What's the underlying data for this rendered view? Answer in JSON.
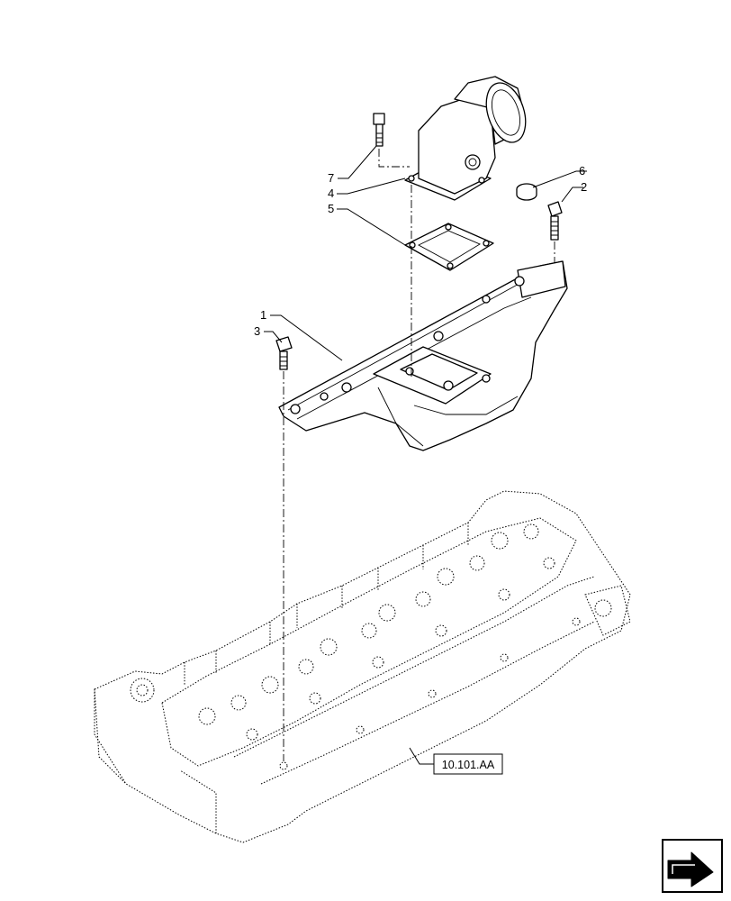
{
  "callouts": [
    {
      "id": "1",
      "label": "1"
    },
    {
      "id": "2",
      "label": "2"
    },
    {
      "id": "3",
      "label": "3"
    },
    {
      "id": "4",
      "label": "4"
    },
    {
      "id": "5",
      "label": "5"
    },
    {
      "id": "6",
      "label": "6"
    },
    {
      "id": "7",
      "label": "7"
    }
  ],
  "reference": {
    "label": "10.101.AA"
  },
  "nav_icon": {
    "name": "next-page-arrow-icon"
  }
}
